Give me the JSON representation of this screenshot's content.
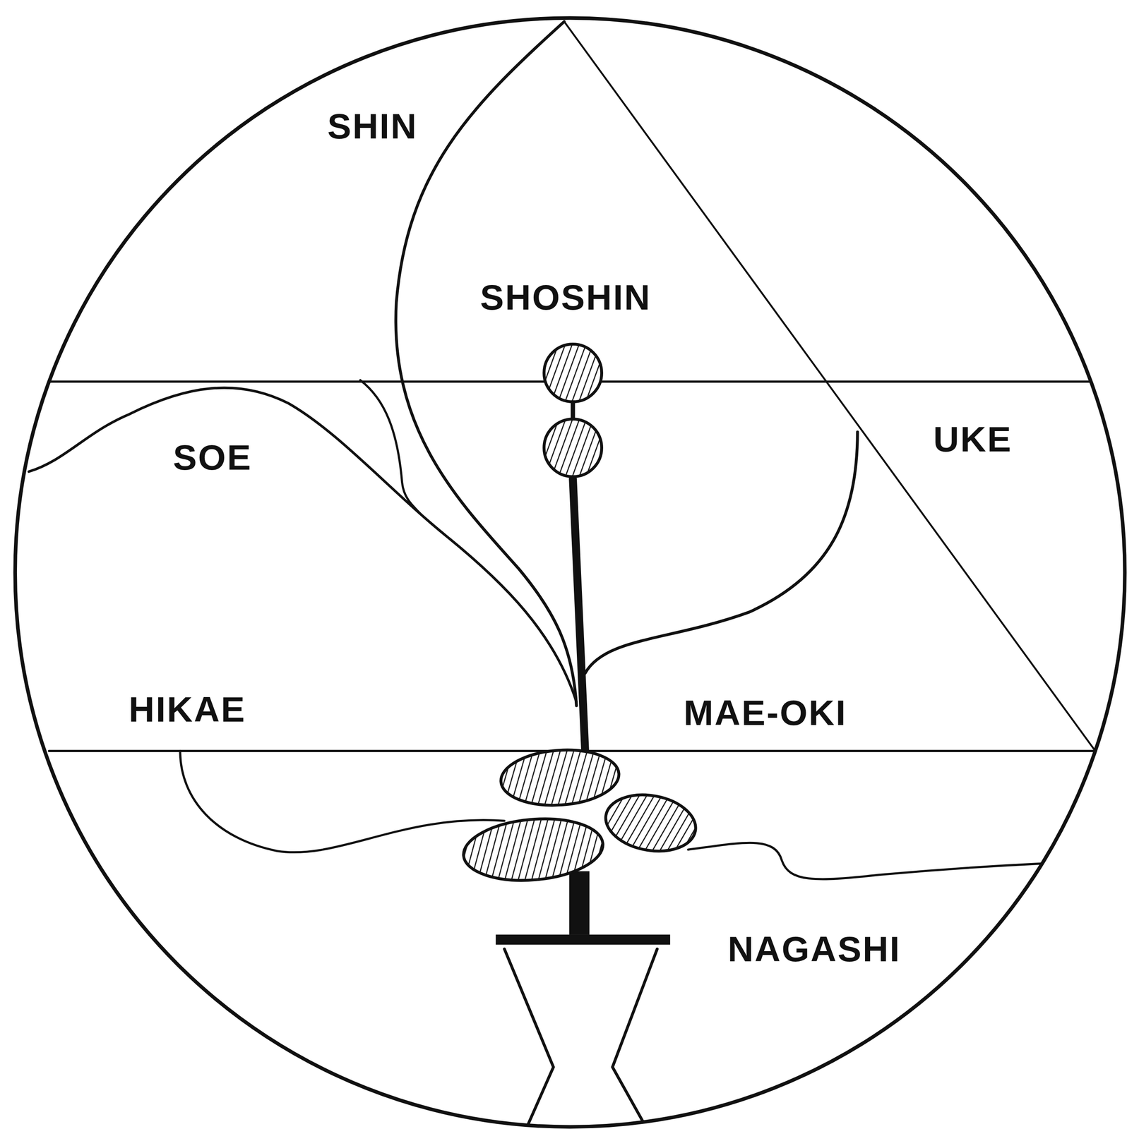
{
  "diagram": {
    "labels": [
      "SHIN",
      "SHOSHIN",
      "SOE",
      "UKE",
      "HIKAE",
      "MAE-OKI",
      "NAGASHI"
    ]
  }
}
